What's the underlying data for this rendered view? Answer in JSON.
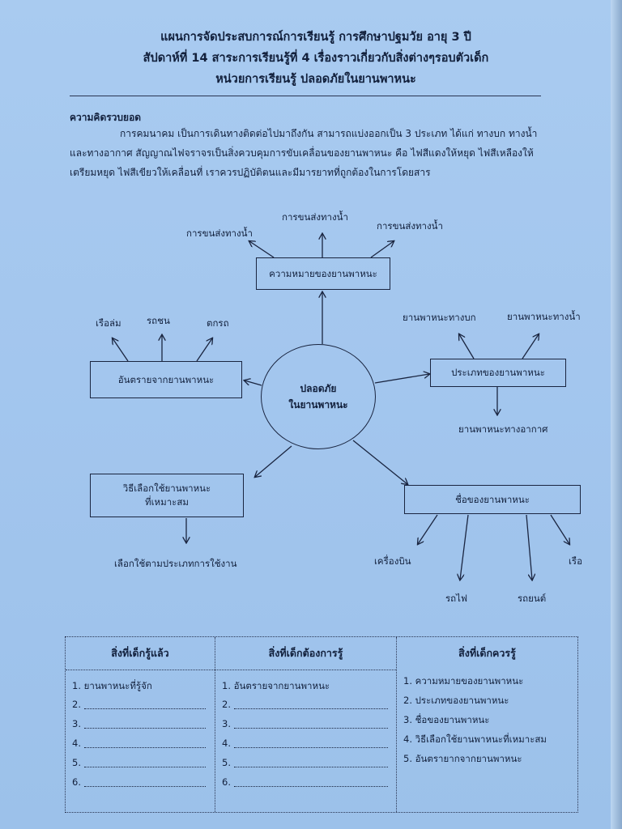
{
  "header": {
    "line1": "แผนการจัดประสบการณ์การเรียนรู้ การศึกษาปฐมวัย  อายุ 3 ปี",
    "line2": "สัปดาห์ที่ 14 สาระการเรียนรู้ที่ 4     เรื่องราวเกี่ยวกับสิ่งต่างๆรอบตัวเด็ก",
    "line3": "หน่วยการเรียนรู้     ปลอดภัยในยานพาหนะ"
  },
  "concept": {
    "heading": "ความคิดรวบยอด",
    "line1": "การคมนาคม เป็นการเดินทางติดต่อไปมาถึงกัน สามารถแบ่งออกเป็น 3 ประเภท ได้แก่ ทางบก ทางน้ำ",
    "line2": "และทางอากาศ สัญญาณไฟจราจรเป็นสิ่งควบคุมการขับเคลื่อนของยานพาหนะ คือ ไฟสีแดงให้หยุด ไฟสีเหลืองให้",
    "line3": "เตรียมหยุด ไฟสีเขียวให้เคลื่อนที่ เราควรปฏิบัติตนและมีมารยาทที่ถูกต้องในการโดยสาร"
  },
  "mindmap": {
    "center_line1": "ปลอดภัย",
    "center_line2": "ในยานพาหนะ",
    "meaning": {
      "label": "ความหมายของยานพาหนะ",
      "children": [
        "การขนส่งทางน้ำ",
        "การขนส่งทางน้ำ",
        "การขนส่งทางน้ำ"
      ]
    },
    "types": {
      "label": "ประเภทของยานพาหนะ",
      "children": [
        "ยานพาหนะทางบก",
        "ยานพาหนะทางน้ำ",
        "ยานพาหนะทางอากาศ"
      ]
    },
    "danger": {
      "label": "อันตรายจากยานพาหนะ",
      "children": [
        "เรือล่ม",
        "รถชน",
        "ตกรถ"
      ]
    },
    "choose": {
      "label_line1": "วิธีเลือกใช้ยานพาหนะ",
      "label_line2": "ที่เหมาะสม",
      "child": "เลือกใช้ตามประเภทการใช้งาน"
    },
    "names": {
      "label": "ชื่อของยานพาหนะ",
      "children": [
        "เครื่องบิน",
        "รถไฟ",
        "รถยนต์",
        "เรือ"
      ]
    }
  },
  "table": {
    "known": {
      "title": "สิ่งที่เด็กรู้แล้ว",
      "items": [
        "1. ยานพาหนะที่รู้จัก",
        "2.",
        "3.",
        "4.",
        "5.",
        "6."
      ]
    },
    "want": {
      "title": "สิ่งที่เด็กต้องการรู้",
      "items": [
        "1. อันตรายจากยานพาหนะ",
        "2.",
        "3.",
        "4.",
        "5.",
        "6."
      ]
    },
    "should": {
      "title": "สิ่งที่เด็กควรรู้",
      "items": [
        "1.  ความหมายของยานพาหนะ",
        "2.  ประเภทของยานพาหนะ",
        "3.  ชื่อของยานพาหนะ",
        "4.  วิธีเลือกใช้ยานพาหนะที่เหมาะสม",
        "5.  อันตรายากจากยานพาหนะ"
      ]
    }
  }
}
